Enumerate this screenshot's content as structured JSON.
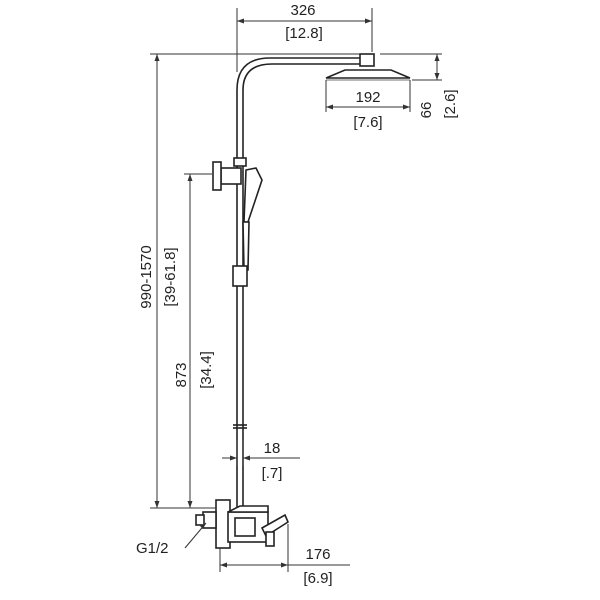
{
  "dimensions": {
    "arm_reach": {
      "mm": "326",
      "in": "[12.8]"
    },
    "head_diameter": {
      "mm": "192",
      "in": "[7.6]"
    },
    "head_height": {
      "mm": "66",
      "in": "[2.6]"
    },
    "overall_height": {
      "mm": "990-1570",
      "in": "[39-61.8]"
    },
    "holder_height": {
      "mm": "873",
      "in": "[34.4]"
    },
    "pipe_offset": {
      "mm": "18",
      "in": "[.7]"
    },
    "valve_depth": {
      "mm": "176",
      "in": "[6.9]"
    },
    "inlet_thread": "G1/2"
  }
}
